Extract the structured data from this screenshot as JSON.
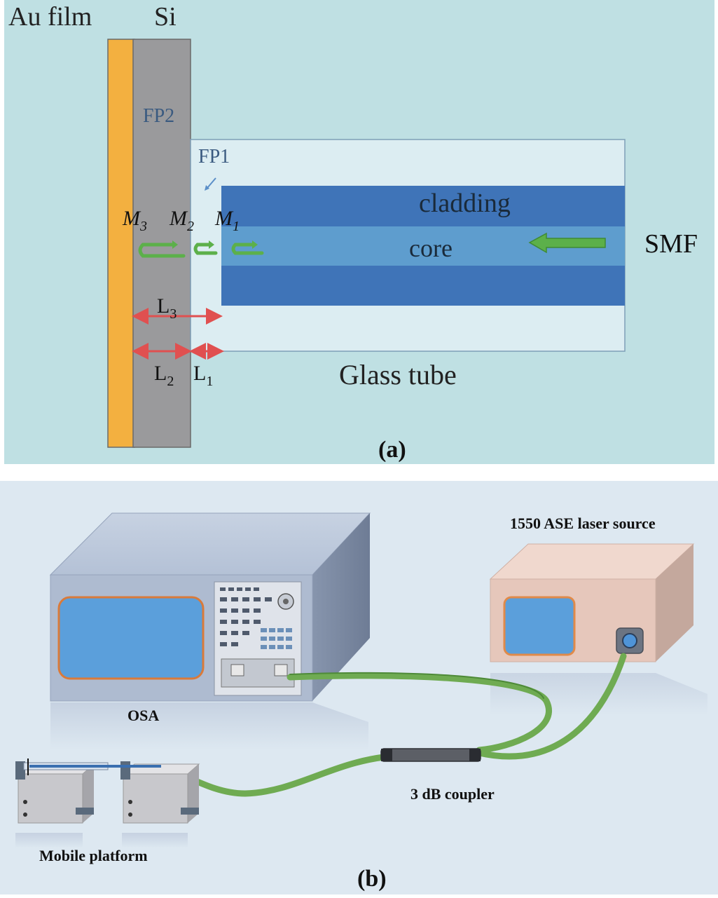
{
  "panel_a": {
    "label_au_film": "Au film",
    "label_si": "Si",
    "label_fp2": "FP2",
    "label_fp1": "FP1",
    "label_cladding": "cladding",
    "label_core": "core",
    "label_smf": "SMF",
    "label_glass_tube": "Glass tube",
    "mirrors": [
      {
        "letter": "M",
        "sub": "3"
      },
      {
        "letter": "M",
        "sub": "2"
      },
      {
        "letter": "M",
        "sub": "1"
      }
    ],
    "lengths": [
      {
        "letter": "L",
        "sub": "3"
      },
      {
        "letter": "L",
        "sub": "2"
      },
      {
        "letter": "L",
        "sub": "1"
      }
    ],
    "caption": "(a)",
    "colors": {
      "background": "#bfe0e3",
      "au_film": "#f3b040",
      "si": "#9a9a9c",
      "glass_tube": "#dcedf2",
      "cladding": "#3f74b8",
      "core": "#5e9dce",
      "arrow": "#5cb04a",
      "dimension": "#e05050"
    }
  },
  "panel_b": {
    "label_laser": "1550 ASE  laser source",
    "label_osa": "OSA",
    "label_coupler": "3 dB coupler",
    "label_platform": "Mobile platform",
    "caption": "(b)",
    "colors": {
      "background": "#dde8f1",
      "osa_body": "#a9b7cd",
      "screen": "#5b9fdb",
      "laser_body": "#e6c7bb",
      "fiber": "#6fab52",
      "platform": "#c8c8cc"
    }
  }
}
